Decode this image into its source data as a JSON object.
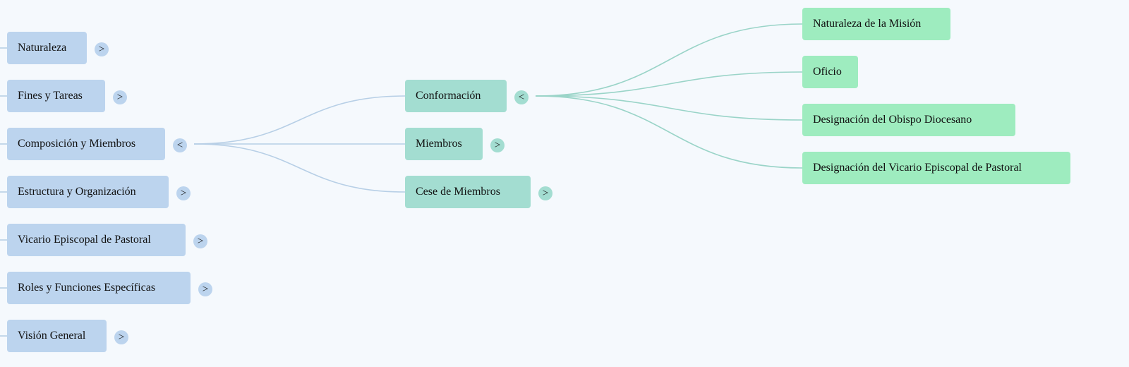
{
  "colors": {
    "background": "#f5f9fd",
    "level1_fill": "#bcd4ee",
    "level1_link": "#b7cfe6",
    "level2_fill": "#a3ddd1",
    "level2_link": "#9ad4c8",
    "level3_fill": "#9eecbf"
  },
  "toggle_glyphs": {
    "collapsed": ">",
    "expanded": "<"
  },
  "level1": [
    {
      "label": "Naturaleza",
      "expanded": false
    },
    {
      "label": "Fines y Tareas",
      "expanded": false
    },
    {
      "label": "Composición y Miembros",
      "expanded": true
    },
    {
      "label": "Estructura y Organización",
      "expanded": false
    },
    {
      "label": "Vicario Episcopal de Pastoral",
      "expanded": false
    },
    {
      "label": "Roles y Funciones Específicas",
      "expanded": false
    },
    {
      "label": "Visión General",
      "expanded": false
    }
  ],
  "level2": [
    {
      "label": "Conformación",
      "expanded": true
    },
    {
      "label": "Miembros",
      "expanded": false
    },
    {
      "label": "Cese de Miembros",
      "expanded": false
    }
  ],
  "level3": [
    {
      "label": "Naturaleza de la Misión"
    },
    {
      "label": "Oficio"
    },
    {
      "label": "Designación del Obispo Diocesano"
    },
    {
      "label": "Designación del Vicario Episcopal de Pastoral"
    }
  ]
}
